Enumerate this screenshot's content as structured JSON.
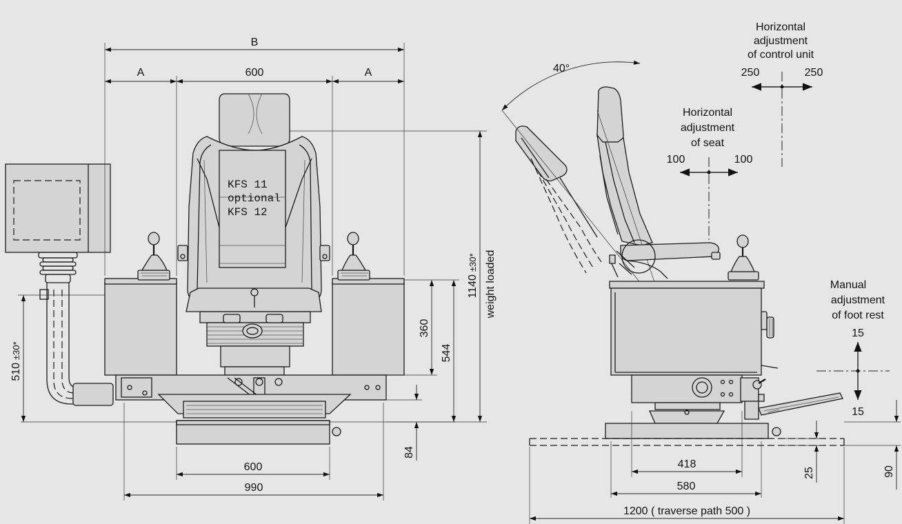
{
  "front_view": {
    "dim_b": "B",
    "dim_a_left": "A",
    "dim_a_right": "A",
    "dim_seat_width": "600",
    "dim_height_main": "1140",
    "dim_height_tol": "±30*",
    "dim_height_note": "weight loaded",
    "dim_armrest_360": "360",
    "dim_armrest_544": "544",
    "dim_base_84": "84",
    "dim_base_600": "600",
    "dim_base_990": "990",
    "dim_control_510": "510",
    "dim_control_tol": "±30*",
    "seat_label_1": "KFS  11",
    "seat_label_2": "optional",
    "seat_label_3": "KFS  12"
  },
  "side_view": {
    "angle": "40°",
    "control_adj_line1": "Horizontal",
    "control_adj_line2": "adjustment",
    "control_adj_line3": "of control unit",
    "control_adj_left": "250",
    "control_adj_right": "250",
    "seat_adj_line1": "Horizontal",
    "seat_adj_line2": "adjustment",
    "seat_adj_line3": "of seat",
    "seat_adj_left": "100",
    "seat_adj_right": "100",
    "foot_adj_line1": "Manual",
    "foot_adj_line2": "adjustment",
    "foot_adj_line3": "of foot rest",
    "foot_adj_up": "15",
    "foot_adj_down": "15",
    "dim_418": "418",
    "dim_580": "580",
    "dim_traverse": "1200 ( traverse path 500 )",
    "dim_25": "25",
    "dim_90": "90"
  }
}
